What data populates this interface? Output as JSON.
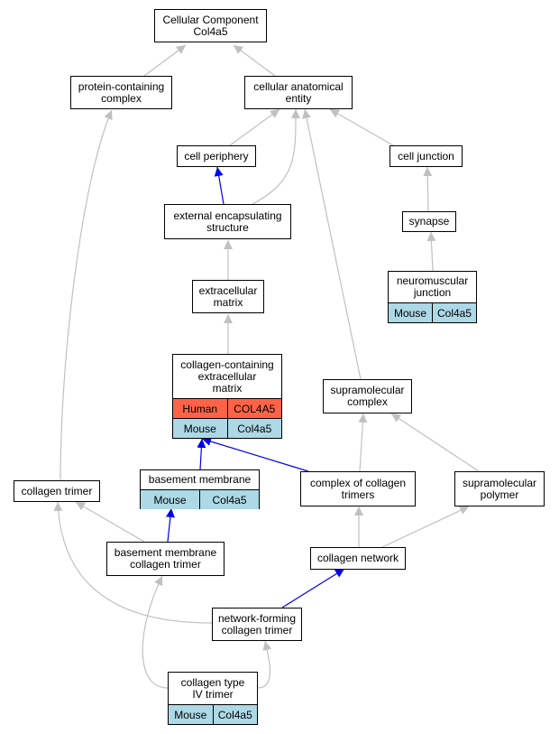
{
  "colors": {
    "edge_gray": "#c0c0c0",
    "edge_blue": "#0000ee",
    "human": "#ff6347",
    "mouse": "#add8e6"
  },
  "nodes": {
    "cellular_component": {
      "label": "Cellular Component\nCol4a5"
    },
    "protein_containing_complex": {
      "label": "protein-containing\ncomplex"
    },
    "cellular_anatomical_entity": {
      "label": "cellular anatomical\nentity"
    },
    "cell_periphery": {
      "label": "cell periphery"
    },
    "cell_junction": {
      "label": "cell junction"
    },
    "external_encapsulating_structure": {
      "label": "external encapsulating\nstructure"
    },
    "synapse": {
      "label": "synapse"
    },
    "neuromuscular_junction": {
      "label": "neuromuscular\njunction",
      "rows": [
        {
          "species": "Mouse",
          "gene": "Col4a5"
        }
      ]
    },
    "extracellular_matrix": {
      "label": "extracellular\nmatrix"
    },
    "collagen_containing_ecm": {
      "label": "collagen-containing\nextracellular\nmatrix",
      "rows": [
        {
          "species": "Human",
          "gene": "COL4A5"
        },
        {
          "species": "Mouse",
          "gene": "Col4a5"
        }
      ]
    },
    "supramolecular_complex": {
      "label": "supramolecular\ncomplex"
    },
    "basement_membrane": {
      "label": "basement membrane",
      "rows": [
        {
          "species": "Mouse",
          "gene": "Col4a5"
        }
      ]
    },
    "collagen_trimer": {
      "label": "collagen trimer"
    },
    "complex_of_collagen_trimers": {
      "label": "complex of collagen\ntrimers"
    },
    "supramolecular_polymer": {
      "label": "supramolecular\npolymer"
    },
    "basement_membrane_collagen_trimer": {
      "label": "basement membrane\ncollagen trimer"
    },
    "collagen_network": {
      "label": "collagen network"
    },
    "network_forming_collagen_trimer": {
      "label": "network-forming\ncollagen trimer"
    },
    "collagen_type_iv_trimer": {
      "label": "collagen type\nIV trimer",
      "rows": [
        {
          "species": "Mouse",
          "gene": "Col4a5"
        }
      ]
    }
  }
}
